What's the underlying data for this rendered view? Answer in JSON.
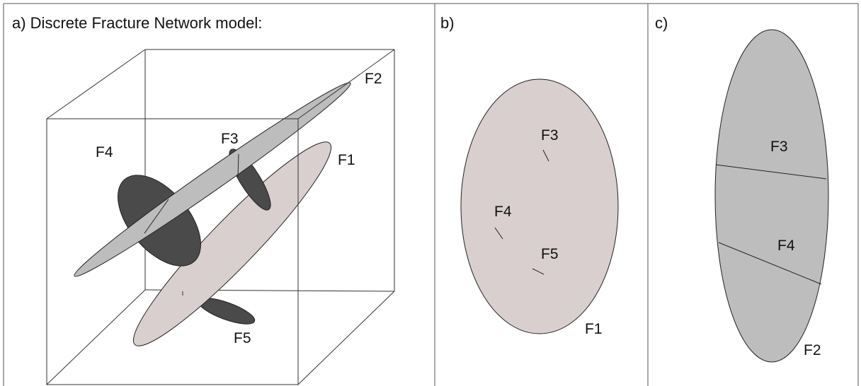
{
  "colors": {
    "frame": "#555555",
    "dark_fracture": "#4a4a4a",
    "grey_fracture": "#bdbdbd",
    "pink_fracture": "#d9cfcf",
    "outline": "#222222"
  },
  "panel_a": {
    "title": "a) Discrete Fracture Network model:",
    "labels": {
      "f1": "F1",
      "f2": "F2",
      "f3": "F3",
      "f4": "F4",
      "f5": "F5"
    }
  },
  "panel_b": {
    "title": "b)",
    "labels": {
      "f1": "F1",
      "f3": "F3",
      "f4": "F4",
      "f5": "F5"
    }
  },
  "panel_c": {
    "title": "c)",
    "labels": {
      "f2": "F2",
      "f3": "F3",
      "f4": "F4"
    }
  }
}
